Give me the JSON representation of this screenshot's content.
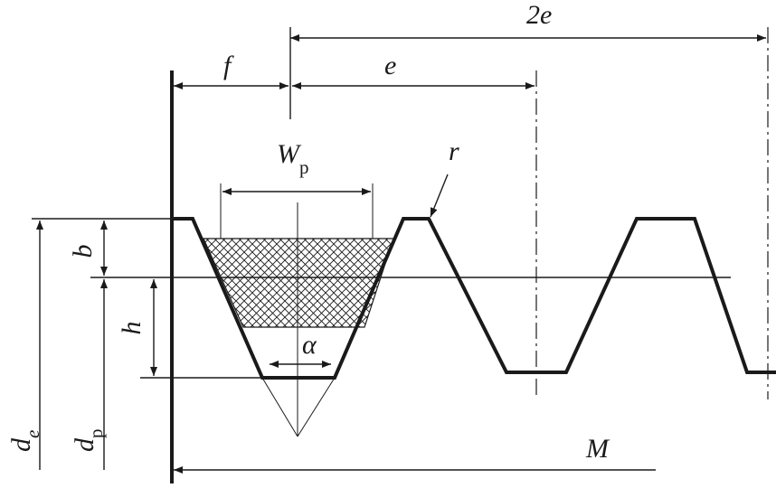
{
  "labels": {
    "f": "f",
    "e": "e",
    "two_e": "2e",
    "wp_main": "W",
    "wp_sub": "p",
    "r": "r",
    "b": "b",
    "h": "h",
    "alpha": "α",
    "de_main": "d",
    "de_sub": "e",
    "dp_main": "d",
    "dp_sub": "p",
    "M": "M"
  },
  "colors": {
    "ink": "#1a1a1a",
    "background": "#ffffff"
  }
}
